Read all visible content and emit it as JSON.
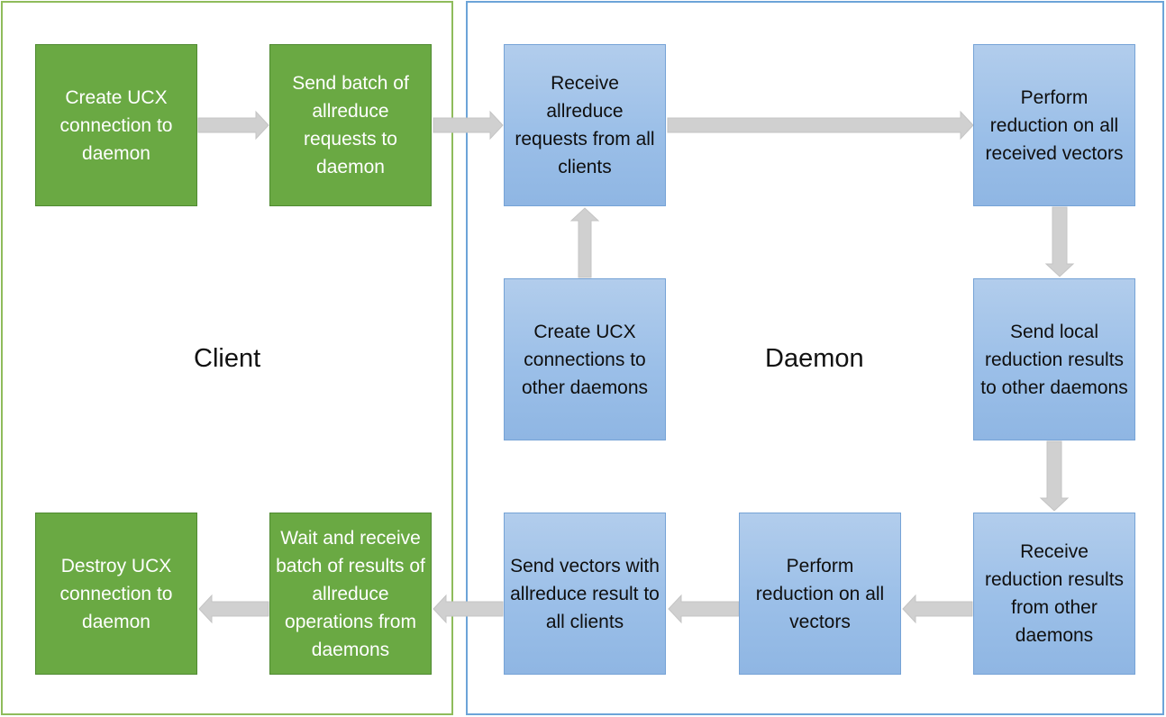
{
  "regions": {
    "client": "Client",
    "daemon": "Daemon"
  },
  "steps": {
    "create_connection": "Create UCX connection to daemon",
    "send_batch": "Send batch of allreduce requests to daemon",
    "receive_requests": "Receive allreduce requests from all clients",
    "perform_reduction_received": "Perform reduction on all received vectors",
    "create_connections_daemons": "Create UCX connections to other daemons",
    "send_local_results": "Send local reduction results to other daemons",
    "receive_reduction_results": "Receive reduction results from other daemons",
    "perform_reduction_all": "Perform reduction on all vectors",
    "send_vectors_clients": "Send vectors with allreduce result to all clients",
    "wait_receive_batch": "Wait and receive batch of results of allreduce operations from daemons",
    "destroy_connection": "Destroy UCX connection to daemon"
  },
  "colors": {
    "client_box": "#6aa943",
    "client_border": "#8fbc5b",
    "daemon_box": "#9bbfe8",
    "daemon_border": "#6ca4d8",
    "arrow": "#d0d0d0"
  }
}
